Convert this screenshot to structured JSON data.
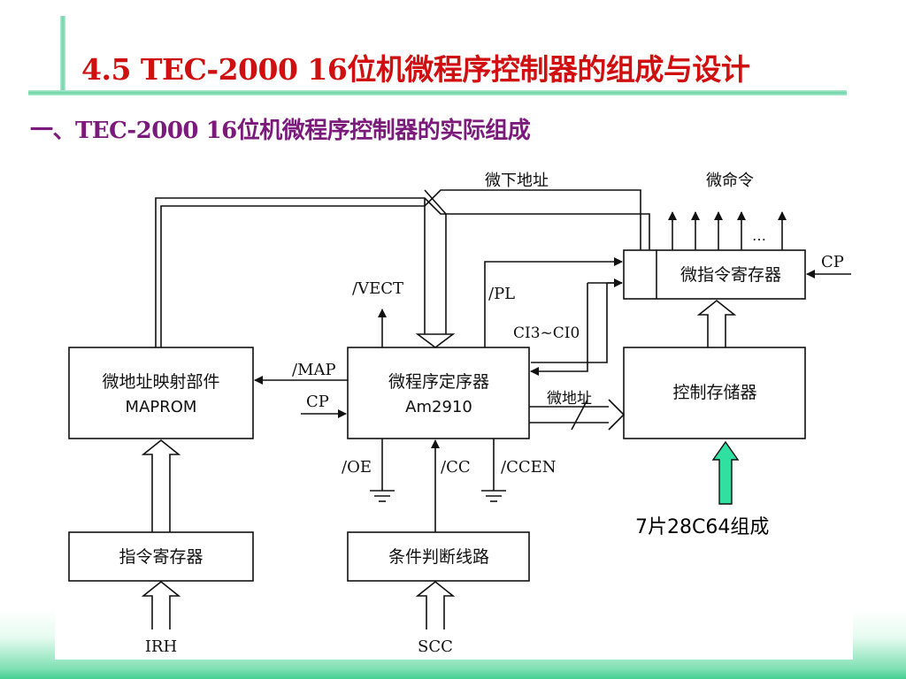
{
  "slide": {
    "title": "4.5 TEC-2000 16位机微程序控制器的组成与设计",
    "subtitle": "一、TEC-2000 16位机微程序控制器的实际组成",
    "note": "7片28C64组成"
  },
  "diagram": {
    "blocks": {
      "maprom_line1": "微地址映射部件",
      "maprom_line2": "MAPROM",
      "seq_line1": "微程序定序器",
      "seq_line2": "Am2910",
      "control_store": "控制存储器",
      "micro_ir": "微指令寄存器",
      "ir": "指令寄存器",
      "cond": "条件判断线路"
    },
    "signals": {
      "next_addr": "微下地址",
      "micro_cmd": "微命令",
      "dots": "…",
      "cp_right": "CP",
      "vect": "/VECT",
      "pl": "/PL",
      "ci": "CI3~CI0",
      "map": "/MAP",
      "cp_left": "CP",
      "micro_addr": "微地址",
      "oe": "/OE",
      "cc": "/CC",
      "ccen": "/CCEN",
      "irh": "IRH",
      "scc": "SCC"
    }
  }
}
